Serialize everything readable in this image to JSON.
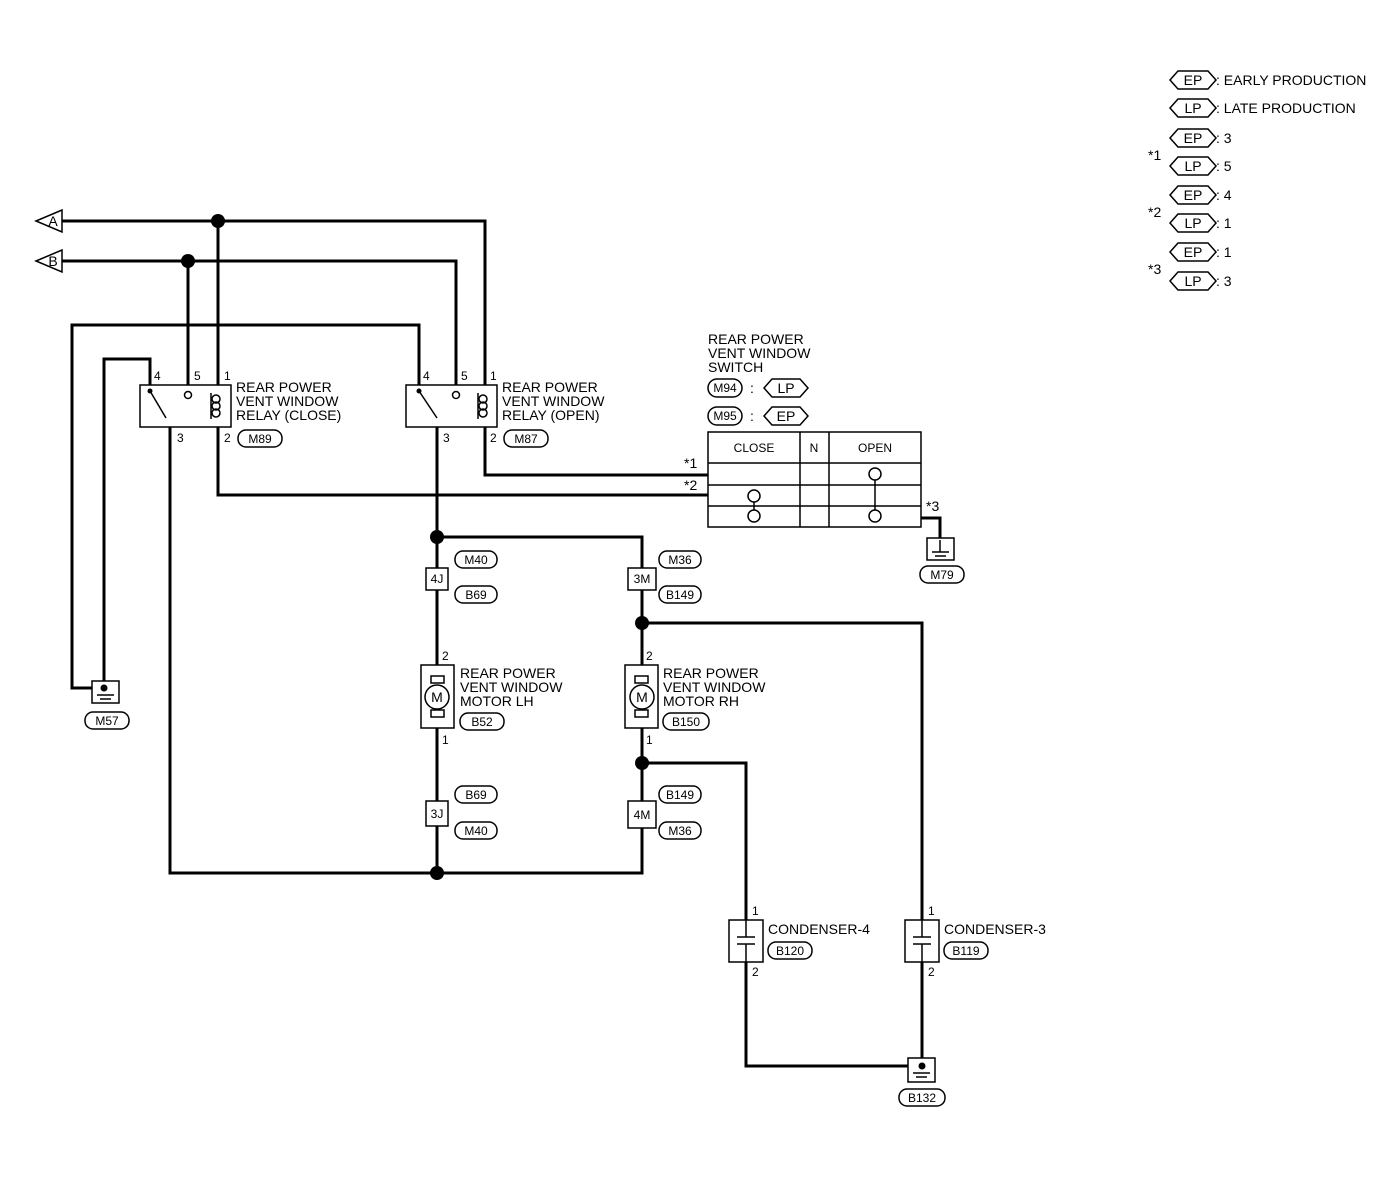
{
  "legend": {
    "ep_tag": "EP",
    "lp_tag": "LP",
    "ep_desc": ": EARLY PRODUCTION",
    "lp_desc": ": LATE PRODUCTION",
    "notes": [
      {
        "mark": "*1",
        "ep": ": 3",
        "lp": ": 5"
      },
      {
        "mark": "*2",
        "ep": ": 4",
        "lp": ": 1"
      },
      {
        "mark": "*3",
        "ep": ": 1",
        "lp": ": 3"
      }
    ]
  },
  "terminals": {
    "a": "A",
    "b": "B"
  },
  "relay_close": {
    "lines": [
      "REAR POWER",
      "VENT WINDOW",
      "RELAY (CLOSE)"
    ],
    "connector": "M89",
    "pins": {
      "p4": "4",
      "p5": "5",
      "p1": "1",
      "p3": "3",
      "p2": "2"
    }
  },
  "relay_open": {
    "lines": [
      "REAR POWER",
      "VENT WINDOW",
      "RELAY (OPEN)"
    ],
    "connector": "M87",
    "pins": {
      "p4": "4",
      "p5": "5",
      "p1": "1",
      "p3": "3",
      "p2": "2"
    }
  },
  "switch": {
    "lines": [
      "REAR POWER",
      "VENT WINDOW",
      "SWITCH"
    ],
    "conn_lp": "M94",
    "conn_ep": "M95",
    "tag_lp": "LP",
    "tag_ep": "EP",
    "sep": ":",
    "col_close": "CLOSE",
    "col_n": "N",
    "col_open": "OPEN",
    "mark1": "*1",
    "mark2": "*2",
    "mark3": "*3"
  },
  "grounds": {
    "m79": "M79",
    "m57": "M57",
    "b132": "B132"
  },
  "junctions": {
    "j4j": {
      "pin": "4J",
      "top": "M40",
      "bottom": "B69"
    },
    "j3m": {
      "pin": "3M",
      "top": "M36",
      "bottom": "B149"
    },
    "j3j": {
      "pin": "3J",
      "top": "B69",
      "bottom": "M40"
    },
    "j4m": {
      "pin": "4M",
      "top": "B149",
      "bottom": "M36"
    }
  },
  "motor_lh": {
    "lines": [
      "REAR POWER",
      "VENT WINDOW",
      "MOTOR LH"
    ],
    "connector": "B52",
    "symbol": "M",
    "pin_top": "2",
    "pin_bottom": "1"
  },
  "motor_rh": {
    "lines": [
      "REAR POWER",
      "VENT WINDOW",
      "MOTOR RH"
    ],
    "connector": "B150",
    "symbol": "M",
    "pin_top": "2",
    "pin_bottom": "1"
  },
  "condenser4": {
    "label": "CONDENSER-4",
    "connector": "B120",
    "pin_top": "1",
    "pin_bottom": "2"
  },
  "condenser3": {
    "label": "CONDENSER-3",
    "connector": "B119",
    "pin_top": "1",
    "pin_bottom": "2"
  }
}
